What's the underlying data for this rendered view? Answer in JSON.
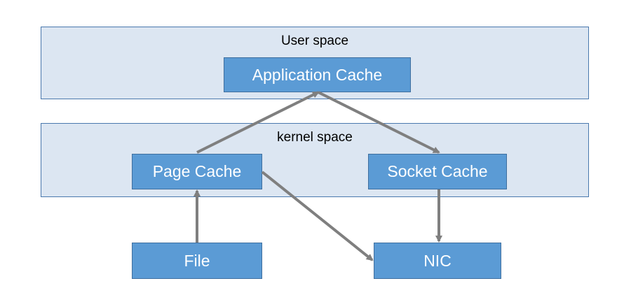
{
  "regions": {
    "user_space": {
      "label": "User space"
    },
    "kernel_space": {
      "label": "kernel space"
    }
  },
  "nodes": {
    "application_cache": {
      "label": "Application Cache"
    },
    "page_cache": {
      "label": "Page Cache"
    },
    "socket_cache": {
      "label": "Socket Cache"
    },
    "file": {
      "label": "File"
    },
    "nic": {
      "label": "NIC"
    }
  },
  "colors": {
    "region_fill": "#dce6f2",
    "region_border": "#4a78ad",
    "node_fill": "#5b9bd5",
    "node_text": "#ffffff",
    "arrow": "#7f7f7f"
  }
}
